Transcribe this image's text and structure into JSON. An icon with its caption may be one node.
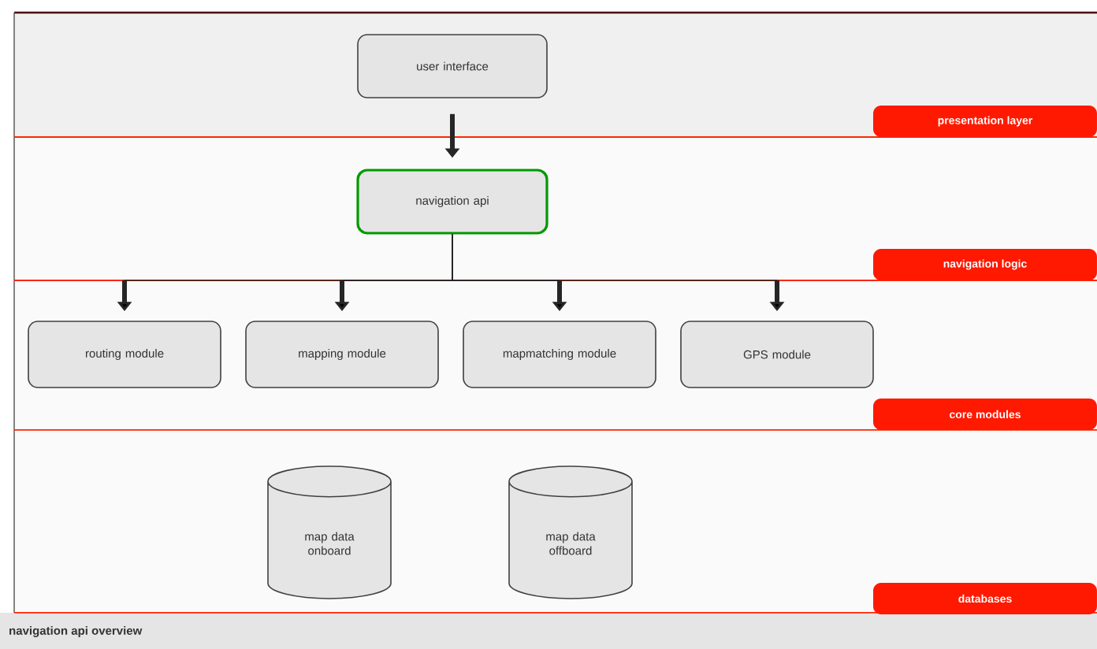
{
  "diagram": {
    "caption": "navigation api overview",
    "nodes": [
      {
        "text": [
          "user interface"
        ]
      },
      {
        "text": [
          "presentation layer"
        ]
      },
      {
        "text": [
          "navigation api"
        ]
      },
      {
        "text": [
          "navigation logic"
        ]
      },
      {
        "text": [
          "routing module"
        ]
      },
      {
        "text": [
          "mapping module"
        ]
      },
      {
        "text": [
          "mapmatching module"
        ]
      },
      {
        "text": [
          "GPS module"
        ]
      },
      {
        "text": [
          "core modules"
        ]
      },
      {
        "text": [
          "map data onboard"
        ]
      },
      {
        "text": [
          "map data offboard"
        ]
      },
      {
        "text": [
          "databases"
        ]
      }
    ],
    "edges": [
      {
        "from": 0,
        "to": 2,
        "arrow": "to",
        "style": "thick"
      },
      {
        "from": 2,
        "to": 4,
        "arrow": "to"
      },
      {
        "from": 2,
        "to": 5,
        "arrow": "to"
      },
      {
        "from": 2,
        "to": 6,
        "arrow": "to"
      },
      {
        "from": 2,
        "to": 7,
        "arrow": "to"
      }
    ]
  }
}
